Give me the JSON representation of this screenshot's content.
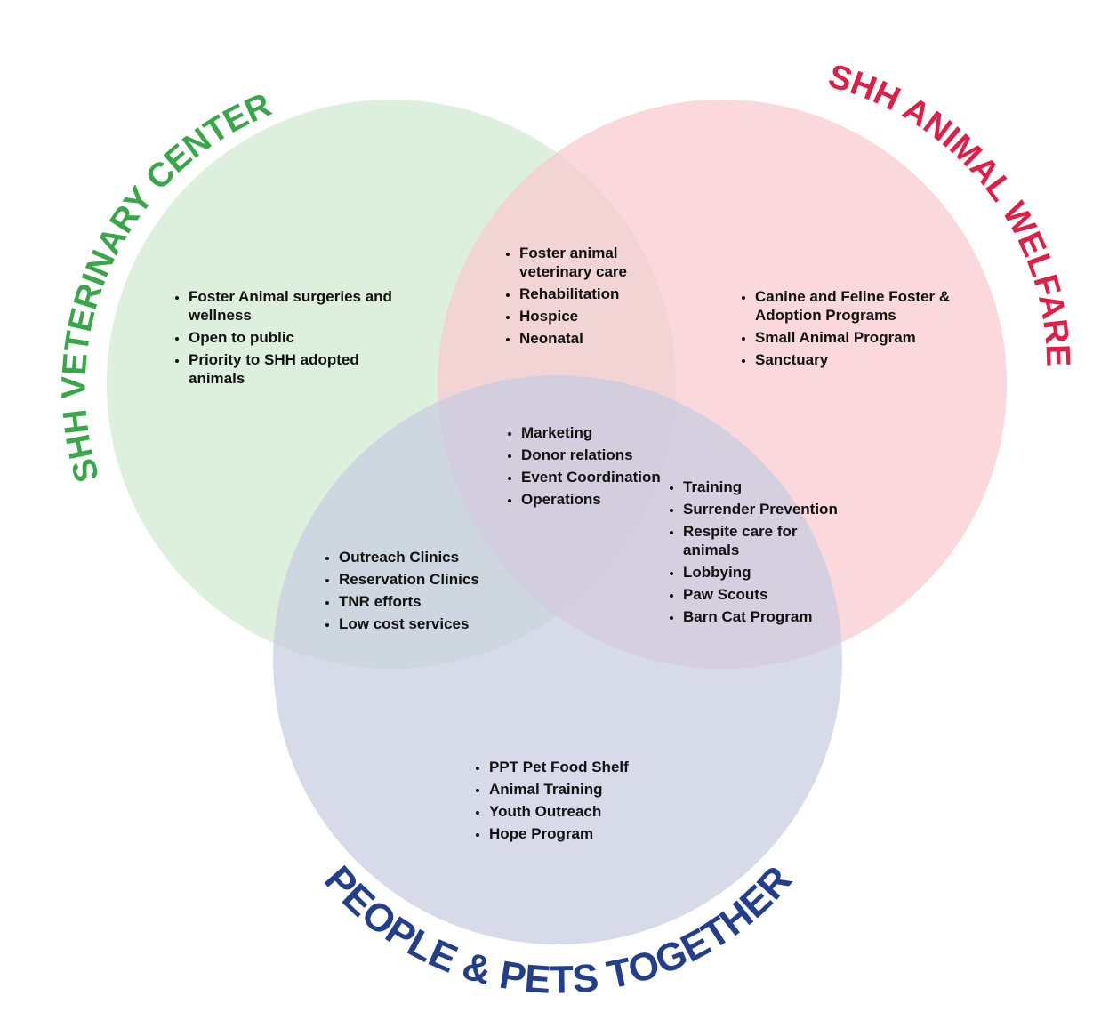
{
  "colors": {
    "vet_circle": "#d7ecd7",
    "welfare_circle": "#f8c9cf",
    "people_circle": "#c7cce0",
    "vet_title": "#3aa64a",
    "welfare_title": "#de1f47",
    "people_title": "#233e8b"
  },
  "titles": {
    "vet": "SHH VETERINARY CENTER",
    "welfare": "SHH ANIMAL WELFARE",
    "people": "PEOPLE & PETS TOGETHER"
  },
  "regions": {
    "vet_only": [
      "Foster Animal surgeries and wellness",
      "Open to public",
      "Priority to SHH adopted animals"
    ],
    "vet_welfare": [
      "Foster animal veterinary care",
      "Rehabilitation",
      "Hospice",
      "Neonatal"
    ],
    "welfare_only": [
      "Canine and Feline Foster & Adoption Programs",
      "Small Animal Program",
      "Sanctuary"
    ],
    "all_three": [
      "Marketing",
      "Donor relations",
      "Event Coordination",
      "Operations"
    ],
    "welfare_people": [
      "Training",
      "Surrender Prevention",
      "Respite care for animals",
      "Lobbying",
      "Paw Scouts",
      "Barn Cat Program"
    ],
    "vet_people": [
      "Outreach Clinics",
      "Reservation Clinics",
      "TNR efforts",
      "Low cost services"
    ],
    "people_only": [
      "PPT Pet Food Shelf",
      "Animal Training",
      "Youth Outreach",
      "Hope Program"
    ]
  }
}
